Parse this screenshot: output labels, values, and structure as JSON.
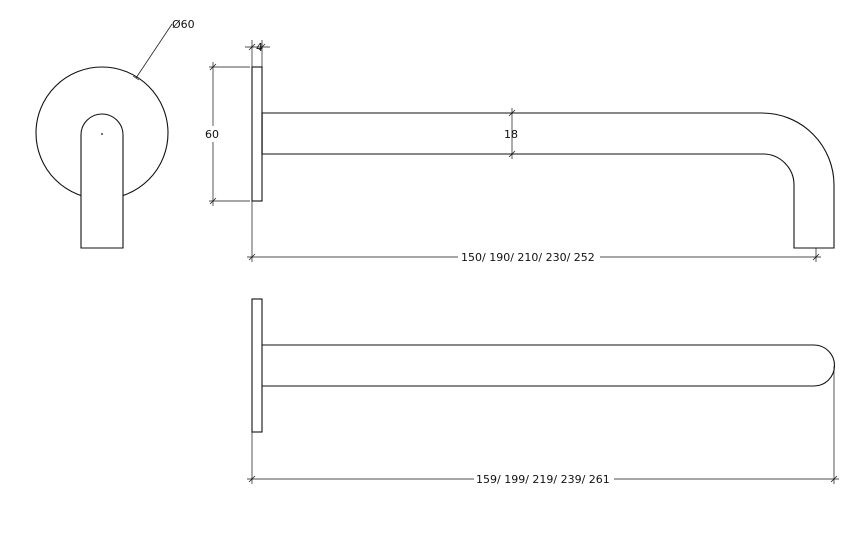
{
  "dimensions": {
    "diameter": "Ø60",
    "plate_thickness": "4",
    "plate_height": "60",
    "pipe_diameter": "18",
    "length_bent_spout": "150/ 190/ 210/ 230/ 252",
    "length_straight_spout": "159/ 199/ 219/ 239/ 261"
  }
}
